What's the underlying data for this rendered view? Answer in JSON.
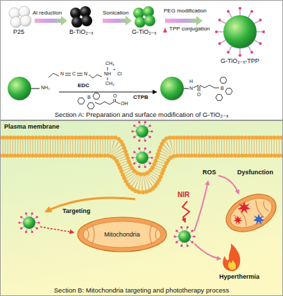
{
  "diagram": {
    "nodes": [
      {
        "text": [
          "Section A: Preparation and surface modification of G-TiO₂₋ₓ"
        ]
      },
      {
        "text": [
          "Section B: Mitochondria targeting and phototherapy process"
        ]
      },
      {
        "text": [
          "Mitochondria"
        ],
        "in": 1
      }
    ],
    "labels": [
      "P25",
      "Al reduction",
      "B-TiO₂₋ₓ",
      "Sonication",
      "G-TiO₂₋ₓ",
      "PEG modification",
      "TPP conjugation",
      "G-TiO₂₋ₓ-TPP",
      "NH₂",
      "N",
      "C",
      "N",
      "NH",
      "+",
      "Cl",
      "CH₃",
      "CH₃",
      "EDC",
      "B",
      "O",
      "OH",
      "CTPB",
      "H",
      "N",
      "O",
      "B",
      "Plasma membrane",
      "Targeting",
      "NIR",
      "ROS",
      "Dysfunction",
      "Hyperthermia"
    ]
  }
}
